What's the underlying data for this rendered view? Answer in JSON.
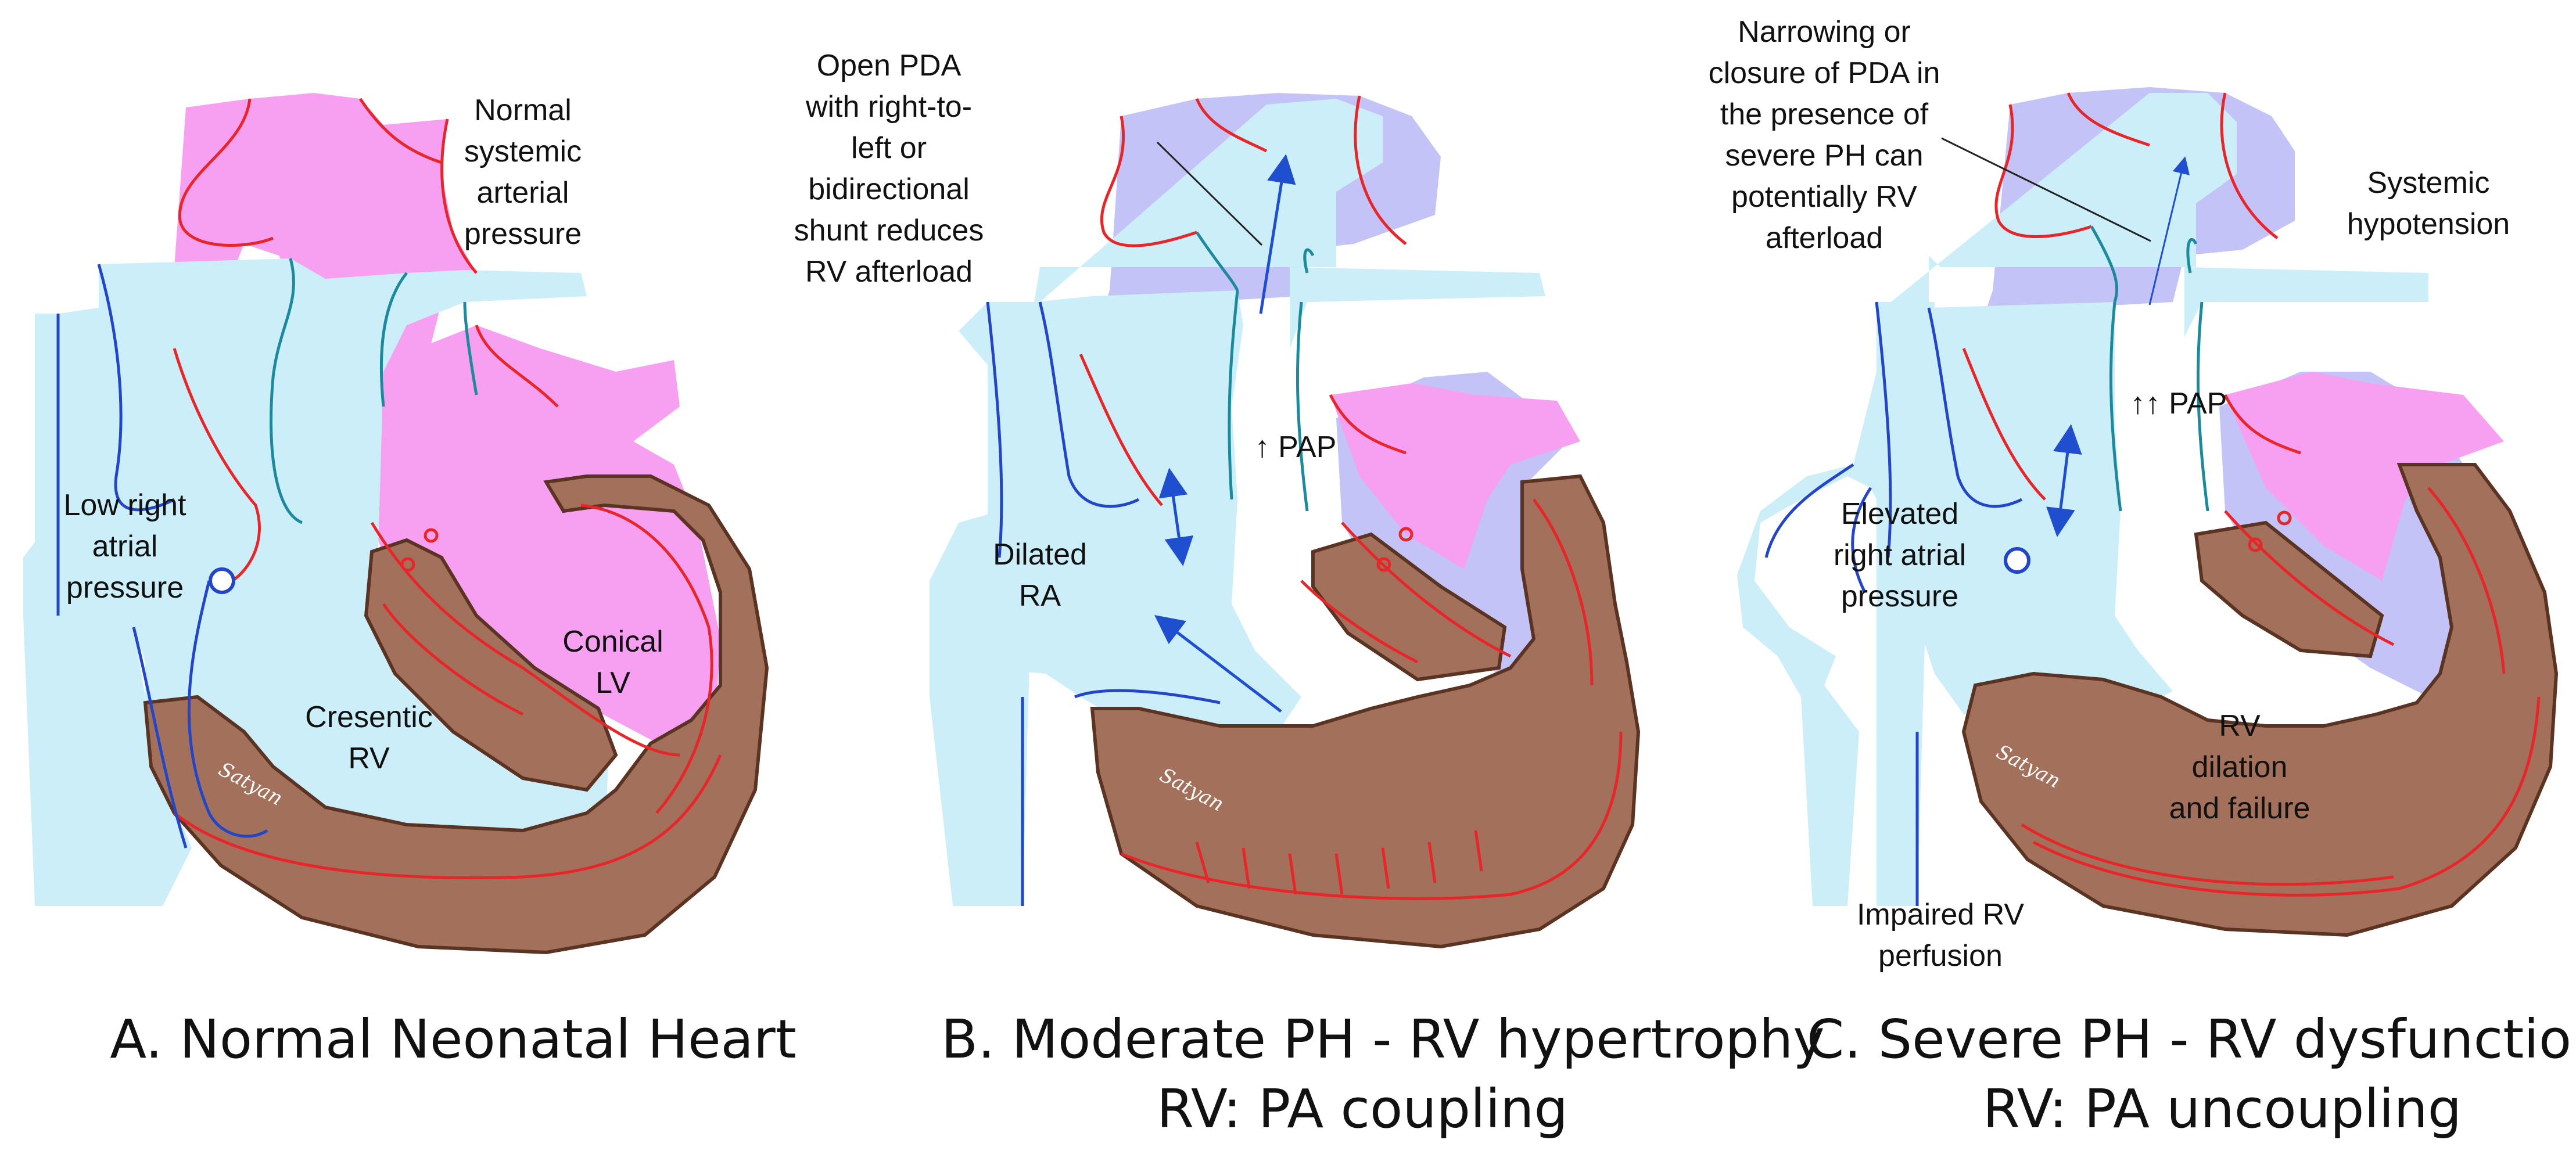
{
  "colors": {
    "systemic": "#f79ff0",
    "pulmonary": "#cceef8",
    "deoxy_mix": "#c3c3f8",
    "myocardium": "#a3705b",
    "myocardium_edge": "#5a3322",
    "vessel_red": "#e8262a",
    "vessel_blue": "#2346c8",
    "teal": "#1a8a9c",
    "arrow_blue": "#1f4fcf"
  },
  "panels": [
    {
      "caption": [
        "A. Normal Neonatal Heart"
      ],
      "annotations": {
        "systemic_pressure": "Normal systemic arterial pressure",
        "right_atrial": "Low right atrial pressure",
        "rv": "Cresentic RV",
        "lv": "Conical LV"
      },
      "signature": "Satyan"
    },
    {
      "caption": [
        "B. Moderate PH - RV hypertrophy",
        "RV: PA coupling"
      ],
      "annotations": {
        "pda": "Open PDA with right-to-left or bidirectional shunt reduces RV afterload",
        "pap": "↑ PAP",
        "ra": "Dilated RA"
      },
      "signature": "Satyan"
    },
    {
      "caption": [
        "C. Severe PH - RV dysfunction",
        "RV: PA uncoupling"
      ],
      "annotations": {
        "pda": "Narrowing or closure of PDA in the presence of severe PH can potentially RV afterload",
        "hypotension": "Systemic hypotension",
        "pap": "↑↑ PAP",
        "right_atrial": "Elevated right atrial pressure",
        "rv": "RV dilation and failure",
        "perfusion": "Impaired RV perfusion"
      },
      "signature": "Satyan"
    }
  ]
}
